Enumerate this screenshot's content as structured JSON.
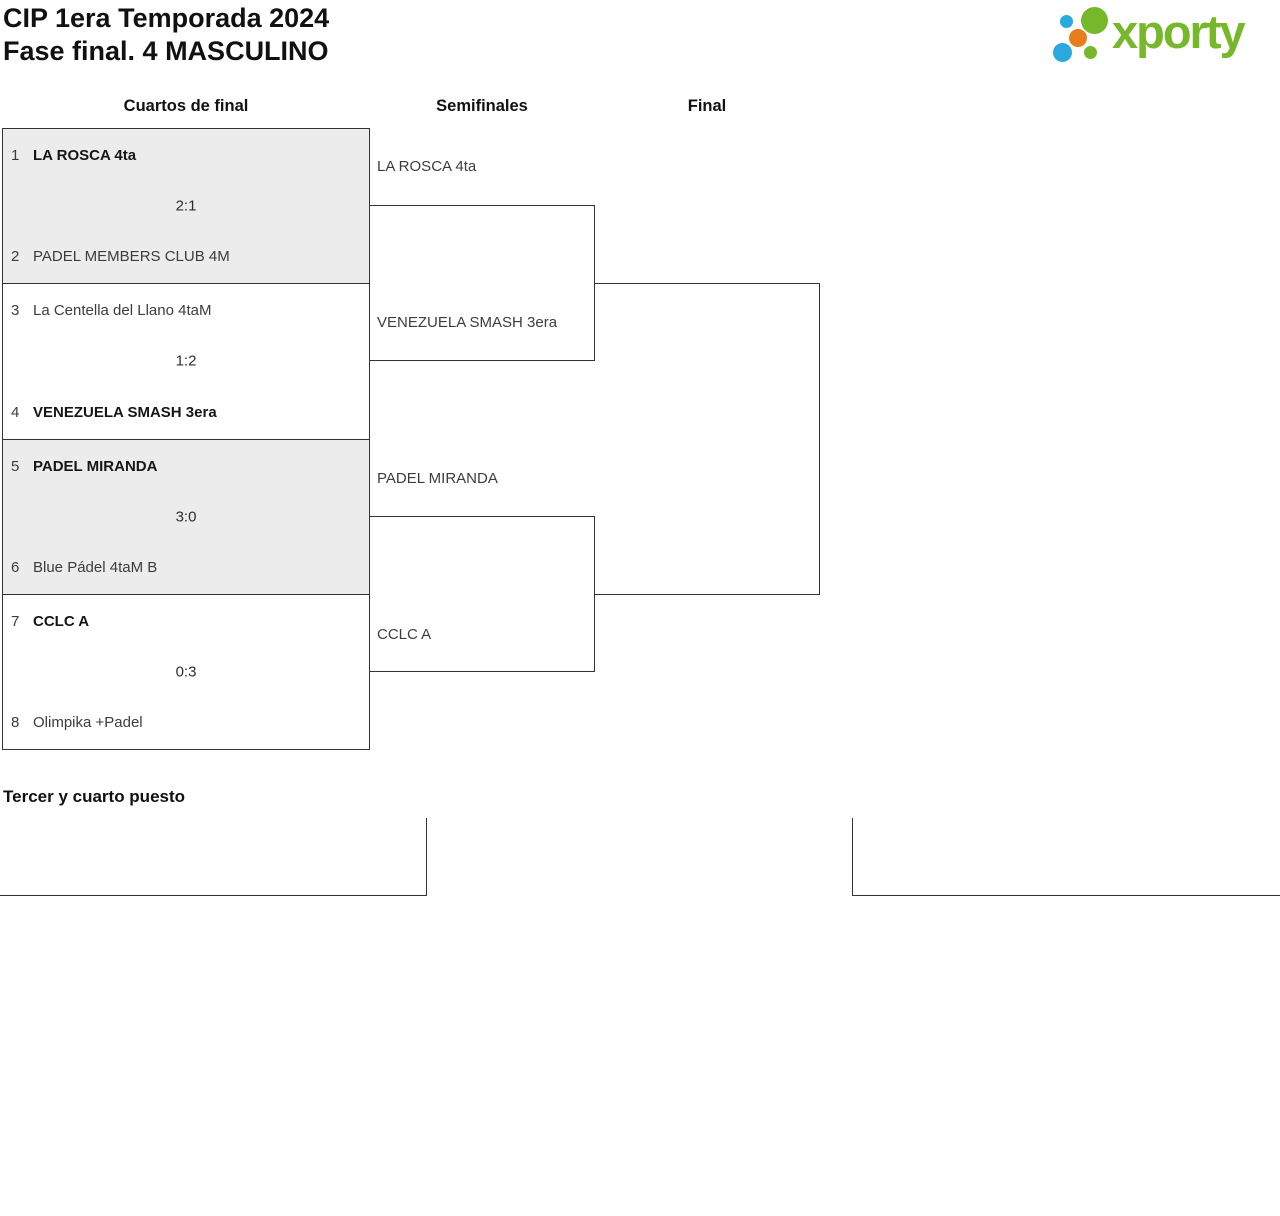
{
  "header": {
    "title_line1": "CIP 1era Temporada 2024",
    "title_line2": "Fase final. 4 MASCULINO"
  },
  "logo": {
    "wordmark": "xporty",
    "colors": {
      "green": "#76b82a",
      "blue": "#2aa9e0",
      "orange": "#e87d1c"
    }
  },
  "columns": {
    "quarterfinals": "Cuartos de final",
    "semifinals": "Semifinales",
    "final": "Final"
  },
  "bracket": {
    "quarterfinals": [
      {
        "seed1": "1",
        "team1": "LA ROSCA 4ta",
        "score": "2:1",
        "seed2": "2",
        "team2": "PADEL MEMBERS CLUB 4M",
        "winner": 1,
        "shaded": true
      },
      {
        "seed1": "3",
        "team1": "La Centella del Llano 4taM",
        "score": "1:2",
        "seed2": "4",
        "team2": "VENEZUELA SMASH 3era",
        "winner": 2,
        "shaded": false
      },
      {
        "seed1": "5",
        "team1": "PADEL MIRANDA",
        "score": "3:0",
        "seed2": "6",
        "team2": "Blue Pádel 4taM B",
        "winner": 1,
        "shaded": true
      },
      {
        "seed1": "7",
        "team1": "CCLC A",
        "score": "0:3",
        "seed2": "8",
        "team2": "Olimpika +Padel",
        "winner": 1,
        "shaded": false
      }
    ],
    "semifinals": [
      {
        "team1": "LA ROSCA 4ta",
        "team2": "VENEZUELA SMASH 3era"
      },
      {
        "team1": "PADEL MIRANDA",
        "team2": "CCLC A"
      }
    ],
    "final": {
      "team1": "",
      "team2": ""
    }
  },
  "third_place": {
    "heading": "Tercer y cuarto puesto"
  }
}
